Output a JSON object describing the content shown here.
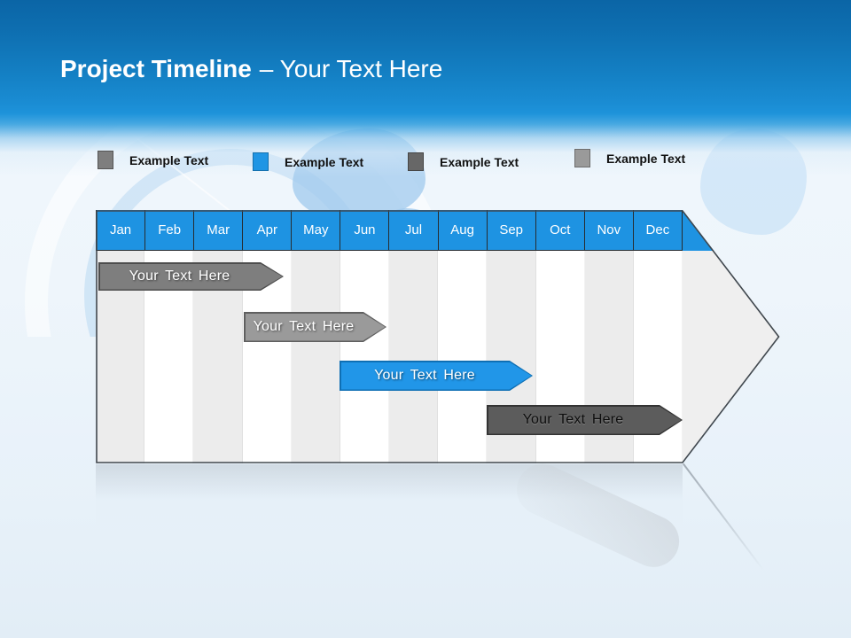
{
  "title": {
    "main": "Project Timeline",
    "rest": "– Your Text Here"
  },
  "legend": {
    "items": [
      {
        "label": "Example Text",
        "color": "#7e7e7e"
      },
      {
        "label": "Example Text",
        "color": "#1f95e4"
      },
      {
        "label": "Example Text",
        "color": "#676767"
      },
      {
        "label": "Example Text",
        "color": "#9a9a9a"
      }
    ]
  },
  "timeline": {
    "months": [
      "Jan",
      "Feb",
      "Mar",
      "Apr",
      "May",
      "Jun",
      "Jul",
      "Aug",
      "Sep",
      "Oct",
      "Nov",
      "Dec"
    ],
    "header_color": "#1e93e2",
    "bars": [
      {
        "label": "Your  Text Here",
        "color": "#7e7e7e",
        "text_color": "#ffffff",
        "row": 1,
        "span": "Jan–Apr"
      },
      {
        "label": "Your  Text Here",
        "color": "#9a9a9a",
        "text_color": "#ffffff",
        "row": 2,
        "span": "Apr–Jun"
      },
      {
        "label": "Your  Text Here",
        "color": "#2196e8",
        "text_color": "#ffffff",
        "row": 3,
        "span": "Jun–Sep"
      },
      {
        "label": "Your  Text Here",
        "color": "#5c5c5c",
        "text_color": "#0d0d0d",
        "row": 4,
        "span": "Sep–Dec"
      }
    ]
  }
}
